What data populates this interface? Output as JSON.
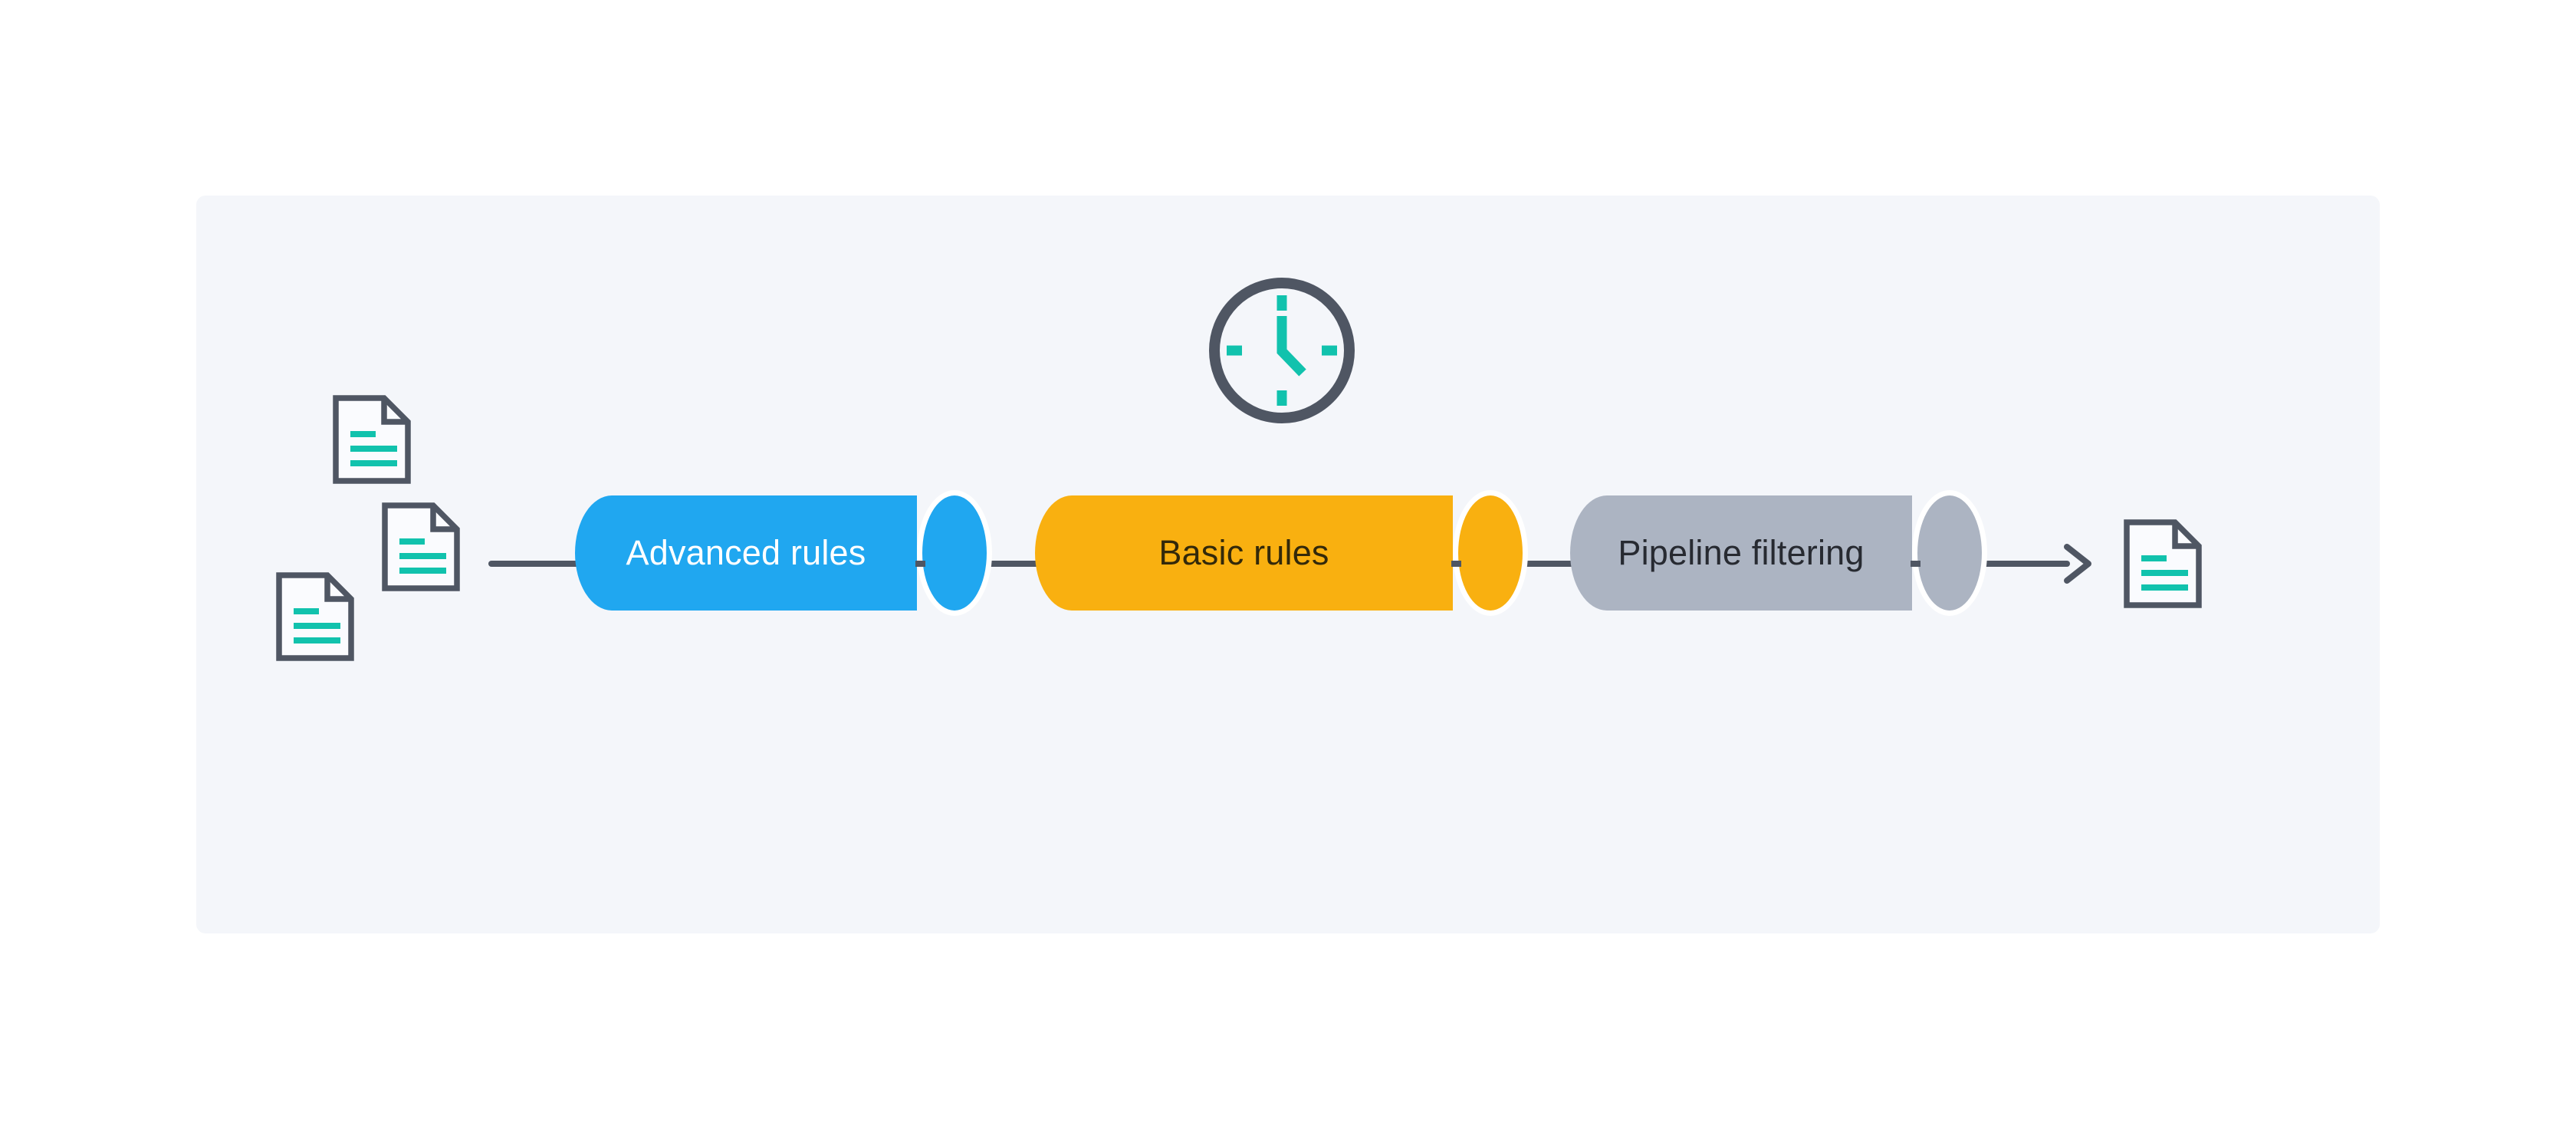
{
  "colors": {
    "page_background": "#ffffff",
    "panel_background": "#f4f6fa",
    "stroke": "#4f5663",
    "accent_teal": "#11c2ad",
    "cap_separator": "#ffffff"
  },
  "pipeline": {
    "stages": [
      {
        "id": "advanced-rules",
        "label": "Advanced rules",
        "color": "#20a7f0",
        "label_color": "#ffffff"
      },
      {
        "id": "basic-rules",
        "label": "Basic rules",
        "color": "#f9b010",
        "label_color": "#33290a"
      },
      {
        "id": "pipeline-filtering",
        "label": "Pipeline filtering",
        "color": "#acb4c2",
        "label_color": "#272a31"
      }
    ],
    "input_icons": [
      "document-icon",
      "document-icon",
      "document-icon"
    ],
    "timer_icon": "clock-icon",
    "output_icon": "document-icon",
    "flow_icon": "arrow-right"
  }
}
